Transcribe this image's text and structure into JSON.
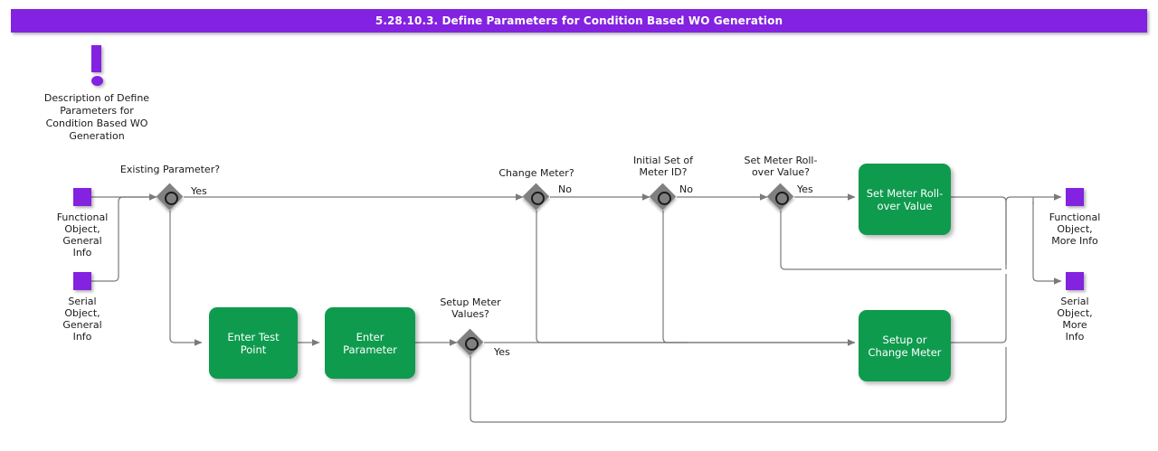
{
  "header": {
    "title": "5.28.10.3. Define Parameters for Condition Based WO Generation",
    "bar_color": "#8322E0"
  },
  "note": {
    "icon": "exclamation-icon",
    "text": "Description of Define Parameters for Condition Based WO Generation"
  },
  "palette": {
    "purple": "#8322E0",
    "green": "#0E9B4E",
    "diamond_gray": "#808080",
    "line_gray": "#808080",
    "text": "#1a1a1a"
  },
  "start_nodes": [
    {
      "id": "functional-object-general-info",
      "label": "Functional\nObject,\nGeneral Info"
    },
    {
      "id": "serial-object-general-info",
      "label": "Serial\nObject,\nGeneral Info"
    }
  ],
  "end_nodes": [
    {
      "id": "functional-object-more-info",
      "label": "Functional Object,\nMore Info"
    },
    {
      "id": "serial-object-more-info",
      "label": "Serial\nObject,\nMore Info"
    }
  ],
  "decisions": [
    {
      "id": "existing-parameter",
      "question": "Existing Parameter?",
      "branch_label": "Yes"
    },
    {
      "id": "change-meter",
      "question": "Change Meter?",
      "branch_label": "No"
    },
    {
      "id": "initial-set-of-meter-id",
      "question": "Initial Set of\nMeter ID?",
      "branch_label": "No"
    },
    {
      "id": "set-meter-rollover-value",
      "question": "Set Meter Roll-\nover Value?",
      "branch_label": "Yes"
    },
    {
      "id": "setup-meter-values",
      "question": "Setup Meter\nValues?",
      "branch_label": "Yes"
    }
  ],
  "activities": [
    {
      "id": "enter-test-point",
      "label": "Enter Test Point"
    },
    {
      "id": "enter-parameter",
      "label": "Enter Parameter"
    },
    {
      "id": "set-meter-rollover-value-box",
      "label": "Set Meter Roll-\nover Value"
    },
    {
      "id": "setup-or-change-meter",
      "label": "Setup or\nChange Meter"
    }
  ]
}
